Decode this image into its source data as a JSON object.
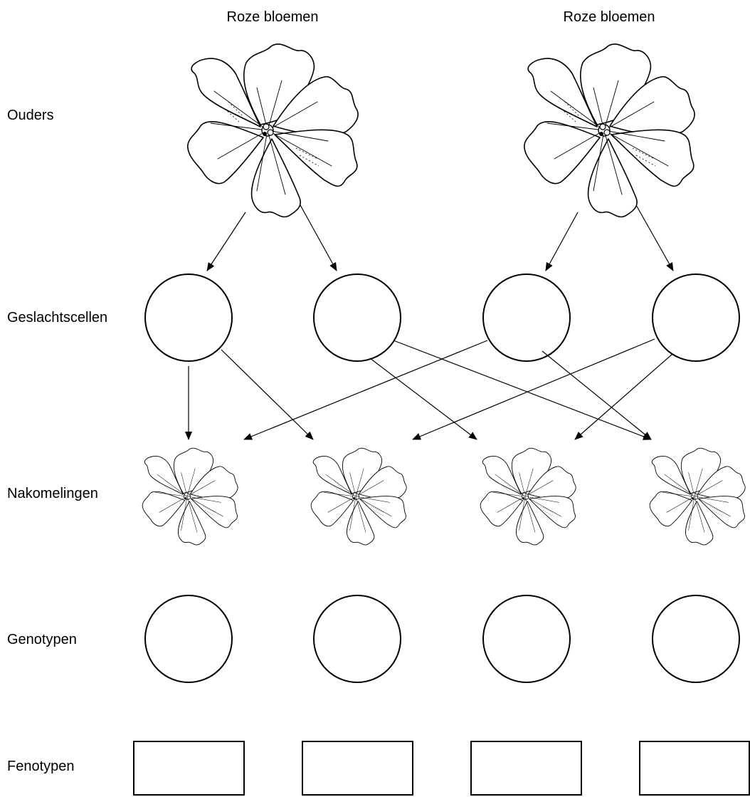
{
  "row_labels": {
    "parents": "Ouders",
    "gametes": "Geslachtscellen",
    "offspring": "Nakomelingen",
    "genotypes": "Genotypen",
    "phenotypes": "Fenotypen"
  },
  "parent_titles": [
    "Roze bloemen",
    "Roze bloemen"
  ],
  "gamete_circles": [
    {
      "value": ""
    },
    {
      "value": ""
    },
    {
      "value": ""
    },
    {
      "value": ""
    }
  ],
  "genotype_circles": [
    {
      "value": ""
    },
    {
      "value": ""
    },
    {
      "value": ""
    },
    {
      "value": ""
    }
  ],
  "phenotype_boxes": [
    {
      "value": ""
    },
    {
      "value": ""
    },
    {
      "value": ""
    },
    {
      "value": ""
    }
  ]
}
